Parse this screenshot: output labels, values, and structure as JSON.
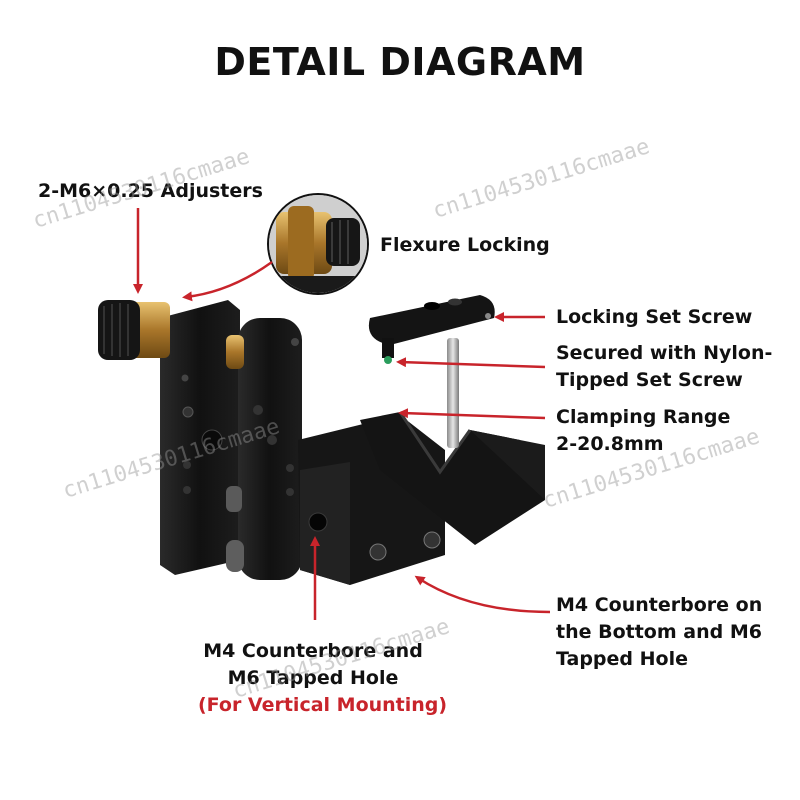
{
  "title": "DETAIL DIAGRAM",
  "labels": {
    "adjusters": "2-M6×0.25 Adjusters",
    "flexure": "Flexure Locking",
    "locking_set_screw": "Locking Set Screw",
    "secured_line1": "Secured with Nylon-",
    "secured_line2": "Tipped Set Screw",
    "clamping_line1": "Clamping Range",
    "clamping_line2": "2-20.8mm",
    "counterbore_left_line1": "M4 Counterbore and",
    "counterbore_left_line2": "M6 Tapped Hole",
    "counterbore_left_line3": "(For Vertical Mounting)",
    "counterbore_right_line1": "M4 Counterbore on",
    "counterbore_right_line2": "the Bottom and M6",
    "counterbore_right_line3": "Tapped Hole"
  },
  "watermark": "cn1104530116cmaae",
  "colors": {
    "arrow": "#c8242b",
    "metal": "#141414",
    "brass": "#b8862e",
    "text": "#111111",
    "accent": "#c8242b"
  }
}
